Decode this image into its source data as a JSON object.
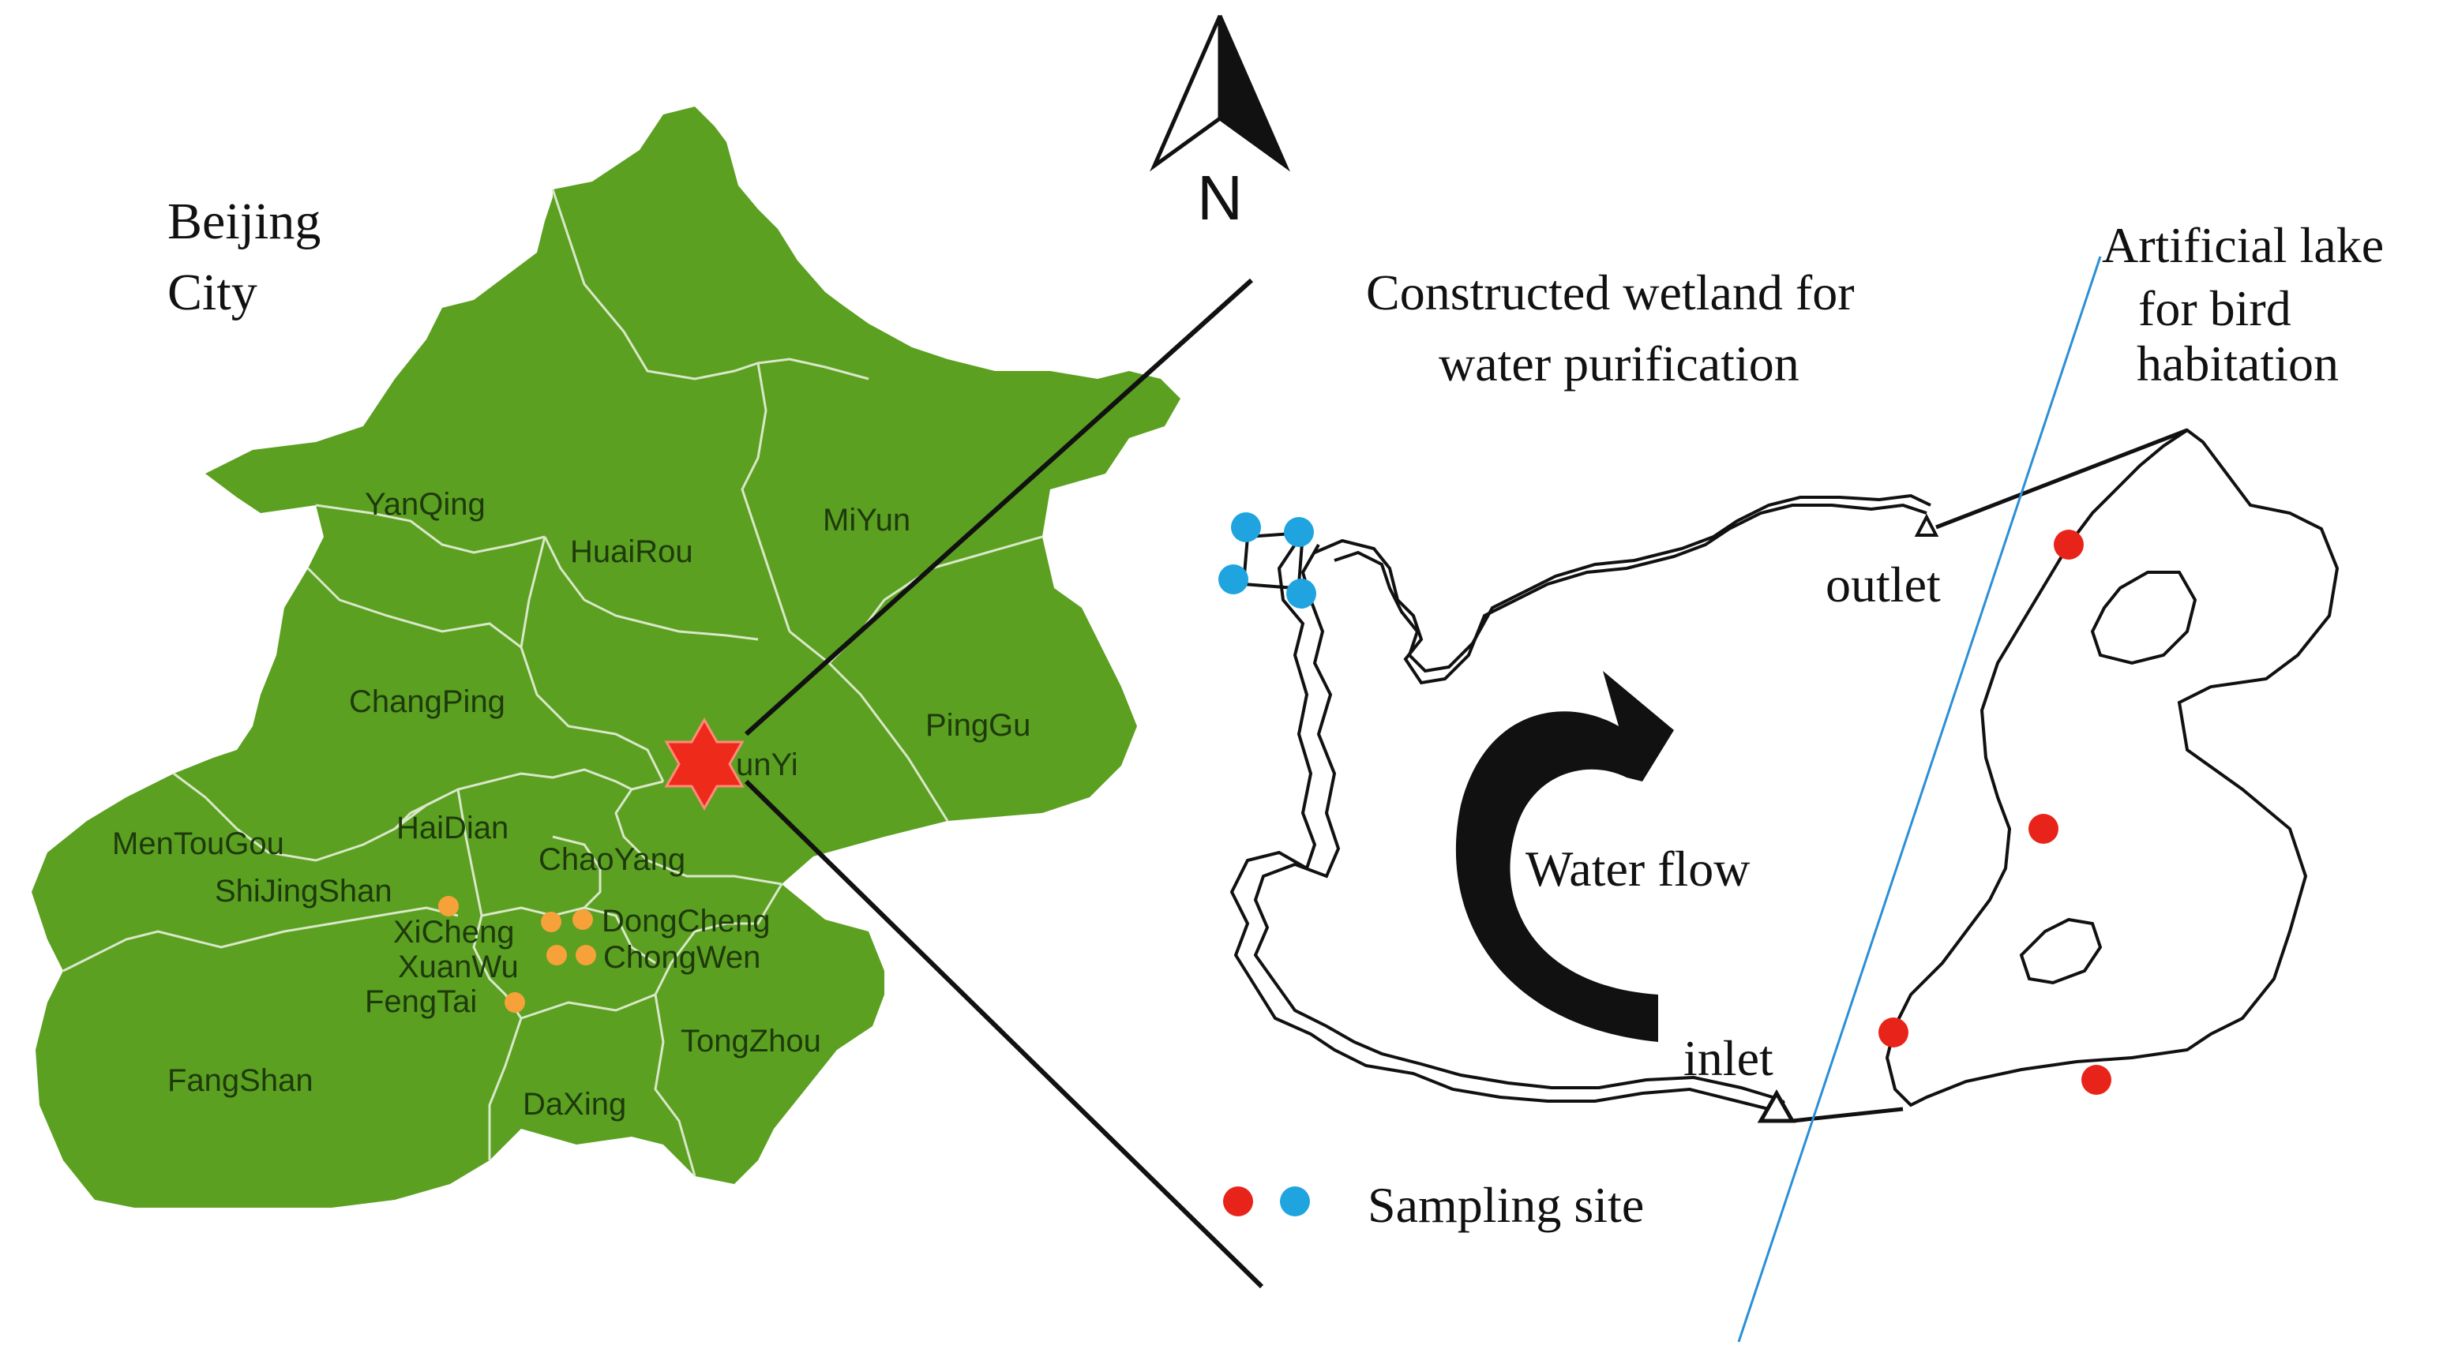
{
  "colors": {
    "region_fill": "#5ba021",
    "region_border": "#d9e8c8",
    "district_label": "#1e3a0c",
    "star": "#ee2a1b",
    "orange_dot": "#f7a13a",
    "red_site": "#e8241a",
    "blue_site": "#1fa4e0",
    "boundary_line": "#2a8fd6",
    "outline": "#111111"
  },
  "city_label": {
    "line1": "Beijing",
    "line2": "City"
  },
  "districts": [
    {
      "id": "yanqing",
      "label": "YanQing"
    },
    {
      "id": "huairou",
      "label": "HuaiRou"
    },
    {
      "id": "miyun",
      "label": "MiYun"
    },
    {
      "id": "changping",
      "label": "ChangPing"
    },
    {
      "id": "shunyi",
      "label": "unYi"
    },
    {
      "id": "pinggu",
      "label": "PingGu"
    },
    {
      "id": "mentougou",
      "label": "MenTouGou"
    },
    {
      "id": "haidian",
      "label": "HaiDian"
    },
    {
      "id": "chaoyang",
      "label": "ChaoYang"
    },
    {
      "id": "shijingshan",
      "label": "ShiJingShan"
    },
    {
      "id": "xicheng",
      "label": "XiCheng"
    },
    {
      "id": "dongcheng",
      "label": "DongCheng"
    },
    {
      "id": "xuanwu",
      "label": "XuanWu"
    },
    {
      "id": "chongwen",
      "label": "ChongWen"
    },
    {
      "id": "fengtai",
      "label": "FengTai"
    },
    {
      "id": "tongzhou",
      "label": "TongZhou"
    },
    {
      "id": "fangshan",
      "label": "FangShan"
    },
    {
      "id": "daxing",
      "label": "DaXing"
    }
  ],
  "north_arrow": {
    "label": "N"
  },
  "wetland_label": {
    "line1": "Constructed wetland for",
    "line2": "water purification"
  },
  "lake_label": {
    "line1": "Artificial lake",
    "line2": "for bird",
    "line3": "habitation"
  },
  "outlet_label": "outlet",
  "inlet_label": "inlet",
  "water_flow_label": "Water flow",
  "legend": {
    "label": "Sampling site"
  }
}
